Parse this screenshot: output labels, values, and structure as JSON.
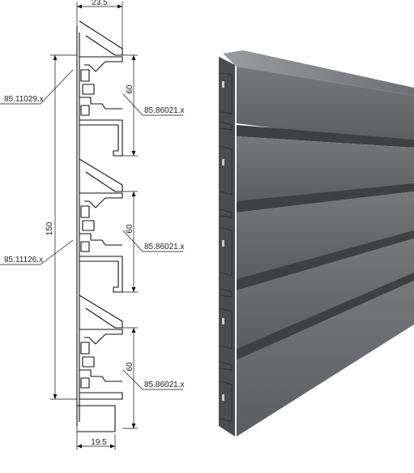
{
  "dimensions": {
    "top_width": "23.5",
    "bottom_width": "19.5",
    "total_height": "150",
    "module_heights": [
      "60",
      "60",
      "60"
    ]
  },
  "callouts": {
    "left_top": "85.11029.x",
    "left_mid": "85.11126.x",
    "right": [
      "85.86021.x",
      "85.86021.x",
      "85.86021.x"
    ]
  },
  "colors": {
    "panel": "#6b6d70",
    "panel_dark": "#4a4c4f",
    "panel_light": "#8a8c8f",
    "line": "#111111"
  }
}
